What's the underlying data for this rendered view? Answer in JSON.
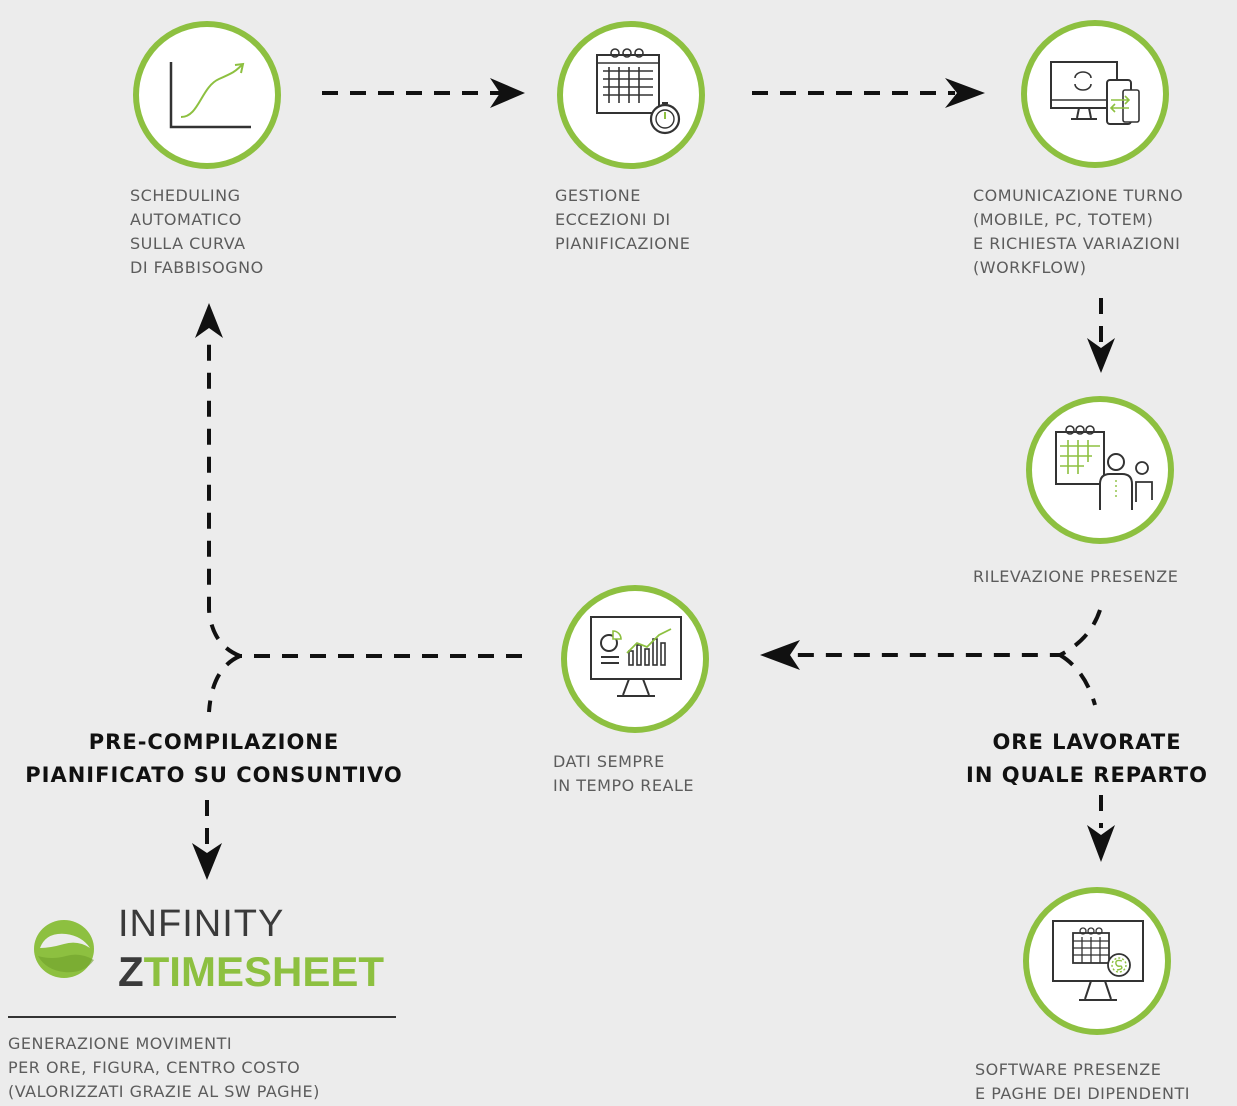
{
  "colors": {
    "accent": "#8dc040",
    "background": "#ececec",
    "text": "#5c5c5c",
    "dark": "#111111"
  },
  "nodes": [
    {
      "id": "scheduling",
      "icon": "growth-curve-chart-icon",
      "label": "SCHEDULING\nAUTOMATICO\nSULLA CURVA\nDI FABBISOGNO"
    },
    {
      "id": "gestione",
      "icon": "calendar-stopwatch-icon",
      "label": "GESTIONE\nECCEZIONI DI\nPIANIFICAZIONE"
    },
    {
      "id": "comunicazione",
      "icon": "devices-sync-icon",
      "label": "COMUNICAZIONE TURNO\n(MOBILE, PC, TOTEM)\nE RICHIESTA VARIAZIONI\n(WORKFLOW)"
    },
    {
      "id": "rilevazione",
      "icon": "calendar-people-icon",
      "label": "RILEVAZIONE  PRESENZE"
    },
    {
      "id": "dati",
      "icon": "monitor-dashboard-icon",
      "label": "DATI SEMPRE\nIN TEMPO REALE"
    },
    {
      "id": "software",
      "icon": "monitor-calendar-payment-icon",
      "label": "SOFTWARE PRESENZE\nE PAGHE DEI DIPENDENTI"
    }
  ],
  "bold_labels": {
    "precompilazione": "PRE-COMPILAZIONE\nPIANIFICATO SU CONSUNTIVO",
    "ore_lavorate": "ORE LAVORATE\nIN QUALE REPARTO"
  },
  "brand": {
    "line1": "INFINITY",
    "z": "Z",
    "rest": "TIMESHEET",
    "description": "GENERAZIONE MOVIMENTI\nPER ORE, FIGURA, CENTRO COSTO\n(VALORIZZATI GRAZIE AL SW PAGHE)"
  }
}
